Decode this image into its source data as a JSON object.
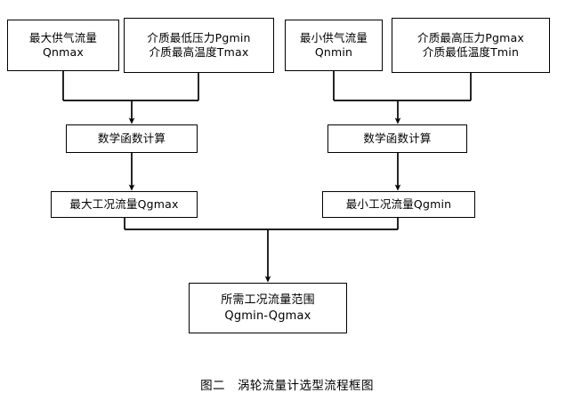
{
  "figure": {
    "caption_label": "图二",
    "caption_title": "涡轮流量计选型流程框图",
    "background_color": "#ffffff",
    "stroke_color": "#000000"
  },
  "flowchart": {
    "type": "flowchart",
    "orientation": "top-to-bottom",
    "branches": [
      {
        "id": "max-branch",
        "side": "left",
        "inputs": [
          {
            "id": "qnmax",
            "lines": [
              "最大供气流量",
              "Qnmax"
            ]
          },
          {
            "id": "pgmin-tmax",
            "lines": [
              "介质最低压力Pgmin",
              "介质最高温度Tmax"
            ]
          }
        ],
        "process": {
          "id": "calc-left",
          "lines": [
            "数学函数计算"
          ]
        },
        "output": {
          "id": "qgmax",
          "lines": [
            "最大工况流量Qgmax"
          ]
        }
      },
      {
        "id": "min-branch",
        "side": "right",
        "inputs": [
          {
            "id": "qnmin",
            "lines": [
              "最小供气流量",
              "Qnmin"
            ]
          },
          {
            "id": "pgmax-tmin",
            "lines": [
              "介质最高压力Pgmax",
              "介质最低温度Tmin"
            ]
          }
        ],
        "process": {
          "id": "calc-right",
          "lines": [
            "数学函数计算"
          ]
        },
        "output": {
          "id": "qgmin",
          "lines": [
            "最小工况流量Qgmin"
          ]
        }
      }
    ],
    "result": {
      "id": "range",
      "lines": [
        "所需工况流量范围",
        "Qgmin-Qgmax"
      ]
    },
    "edges": [
      {
        "from": "qnmax",
        "to": "calc-left",
        "style": "elbow-merge",
        "arrow": true
      },
      {
        "from": "pgmin-tmax",
        "to": "calc-left",
        "style": "elbow-merge",
        "arrow": true
      },
      {
        "from": "calc-left",
        "to": "qgmax",
        "style": "straight",
        "arrow": true
      },
      {
        "from": "qnmin",
        "to": "calc-right",
        "style": "elbow-merge",
        "arrow": true
      },
      {
        "from": "pgmax-tmin",
        "to": "calc-right",
        "style": "elbow-merge",
        "arrow": true
      },
      {
        "from": "calc-right",
        "to": "qgmin",
        "style": "straight",
        "arrow": true
      },
      {
        "from": "qgmax",
        "to": "range",
        "style": "elbow-merge",
        "arrow": true
      },
      {
        "from": "qgmin",
        "to": "range",
        "style": "elbow-merge",
        "arrow": true
      }
    ]
  },
  "nodes": {
    "qnmax": {
      "line1": "最大供气流量",
      "line2": "Qnmax"
    },
    "pgmin_tmax": {
      "line1": "介质最低压力Pgmin",
      "line2": "介质最高温度Tmax"
    },
    "qnmin": {
      "line1": "最小供气流量",
      "line2": "Qnmin"
    },
    "pgmax_tmin": {
      "line1": "介质最高压力Pgmax",
      "line2": "介质最低温度Tmin"
    },
    "calc_left": {
      "line1": "数学函数计算"
    },
    "calc_right": {
      "line1": "数学函数计算"
    },
    "qgmax": {
      "line1": "最大工况流量Qgmax"
    },
    "qgmin": {
      "line1": "最小工况流量Qgmin"
    },
    "range": {
      "line1": "所需工况流量范围",
      "line2": "Qgmin-Qgmax"
    }
  }
}
